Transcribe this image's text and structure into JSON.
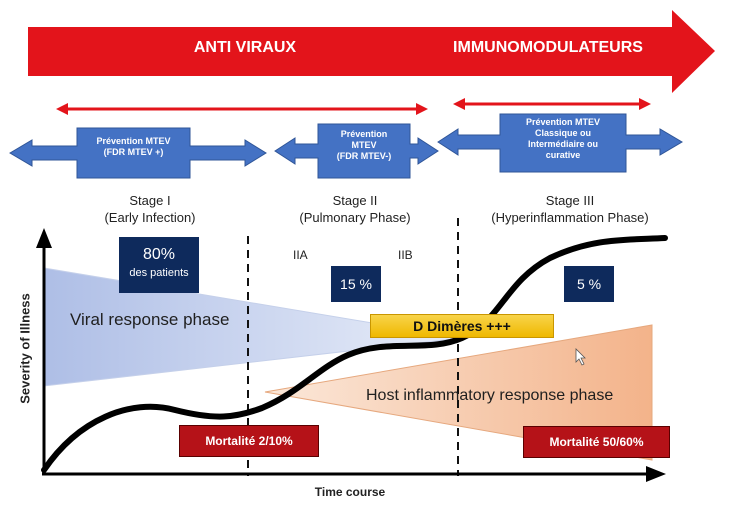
{
  "banner": {
    "left_label": "ANTI VIRAUX",
    "right_label": "IMMUNOMODULATEURS",
    "color": "#e3141b"
  },
  "prevention_boxes": [
    {
      "line1": "Prévention MTEV",
      "line2": "(FDR MTEV +)"
    },
    {
      "line1": "Prévention",
      "line2": "MTEV",
      "line3": "(FDR MTEV-)"
    },
    {
      "line1": "Prévention MTEV",
      "line2": "Classique ou",
      "line3": "Intermédiaire ou",
      "line4": "curative"
    }
  ],
  "stages": [
    {
      "name": "Stage I",
      "phase": "(Early Infection)"
    },
    {
      "name": "Stage II",
      "phase": "(Pulmonary Phase)"
    },
    {
      "name": "Stage III",
      "phase": "(Hyperinflammation Phase)"
    }
  ],
  "substages": {
    "a": "IIA",
    "b": "IIB"
  },
  "percentages": {
    "p1": "80%",
    "p1_sub": "des patients",
    "p2": "15 %",
    "p3": "5 %"
  },
  "d_dimeres": "D Dimères +++",
  "viral_phase": "Viral response phase",
  "host_phase": "Host inflammatory response phase",
  "mortality": {
    "left": "Mortalité 2/10%",
    "right": "Mortalité 50/60%"
  },
  "axes": {
    "y_label": "Severity of Illness",
    "x_label": "Time course"
  },
  "colors": {
    "box_blue": "#4472c4",
    "navy": "#0e2a5c",
    "mortality_red": "#b51218",
    "dimeres_yellow": "#f5c200"
  }
}
